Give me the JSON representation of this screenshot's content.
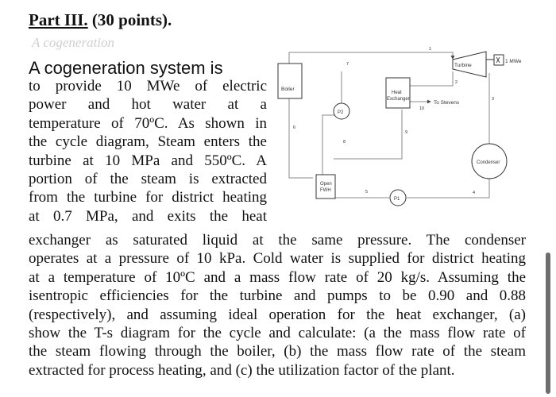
{
  "heading": {
    "part": "Part III.",
    "points": "(30 points)."
  },
  "ghost_line": "A cogeneration",
  "intro": {
    "lead": "A cogeneration system is",
    "lines": [
      "to provide 10 MWe of electric",
      "power and hot water at a",
      "temperature of 70ºC. As shown in",
      "the cycle diagram, Steam enters the",
      "turbine at 10 MPa and 550ºC. A",
      "portion of the steam is extracted",
      "from the turbine for district heating",
      "at 0.7 MPa, and exits the heat"
    ]
  },
  "rest_lines": [
    "exchanger as saturated liquid at the same pressure. The condenser",
    "operates at a pressure of 10 kPa. Cold water is supplied for district heating",
    "at a temperature of 10ºC and a mass flow rate of 20 kg/s. Assuming the",
    "isentropic efficiencies for the turbine and pumps to be 0.90 and 0.88",
    "(respectively), and assuming ideal operation for the heat exchanger, (a)",
    "show the T-s diagram for the cycle and calculate: (a the mass flow rate of",
    "the steam flowing through the boiler, (b) the mass flow rate of the steam",
    "extracted for process heating, and (c) the utilization factor of the plant."
  ],
  "diagram": {
    "boiler": "Boiler",
    "turbine": "Turbine",
    "power": "1 MWe",
    "heat_exchanger": [
      "Heat",
      "Exchanger"
    ],
    "to_stevens": "To Stevens",
    "condenser": "Condenser",
    "open_fwh": [
      "Open",
      "FWH"
    ],
    "pump1": "P1",
    "pump2": "P2",
    "states": [
      "1",
      "2",
      "3",
      "4",
      "5",
      "6",
      "7",
      "8",
      "9",
      "10"
    ]
  }
}
